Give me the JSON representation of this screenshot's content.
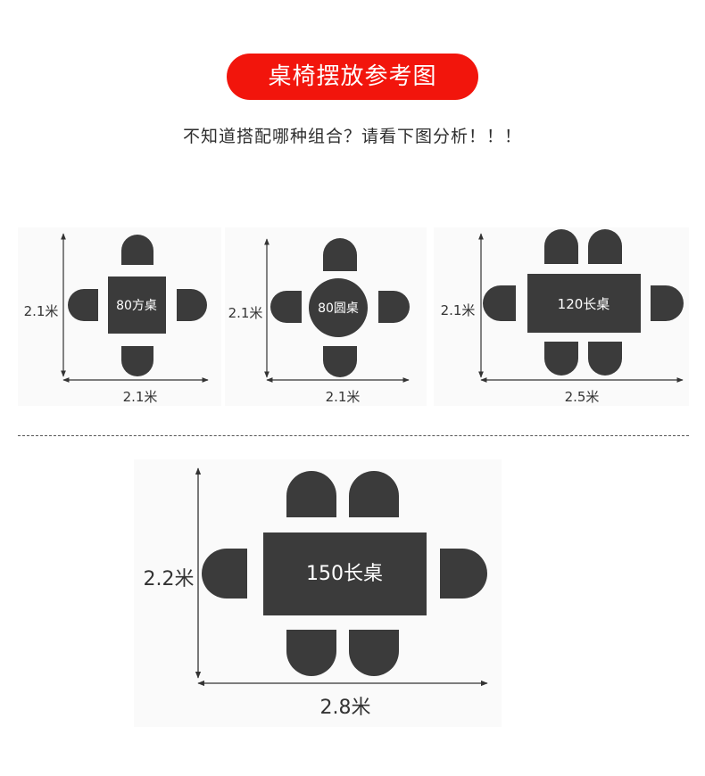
{
  "header": {
    "title": "桌椅摆放参考图",
    "subtitle": "不知道搭配哪种组合？请看下图分析！！！"
  },
  "layouts": {
    "square80": {
      "table_label": "80方桌",
      "height_label": "2.1米",
      "width_label": "2.1米"
    },
    "round80": {
      "table_label": "80圆桌",
      "height_label": "2.1米",
      "width_label": "2.1米"
    },
    "rect120": {
      "table_label": "120长桌",
      "height_label": "2.1米",
      "width_label": "2.5米"
    },
    "rect150": {
      "table_label": "150长桌",
      "height_label": "2.2米",
      "width_label": "2.8米"
    }
  },
  "colors": {
    "banner": "#f2150c",
    "furniture": "#3b3b3b"
  }
}
